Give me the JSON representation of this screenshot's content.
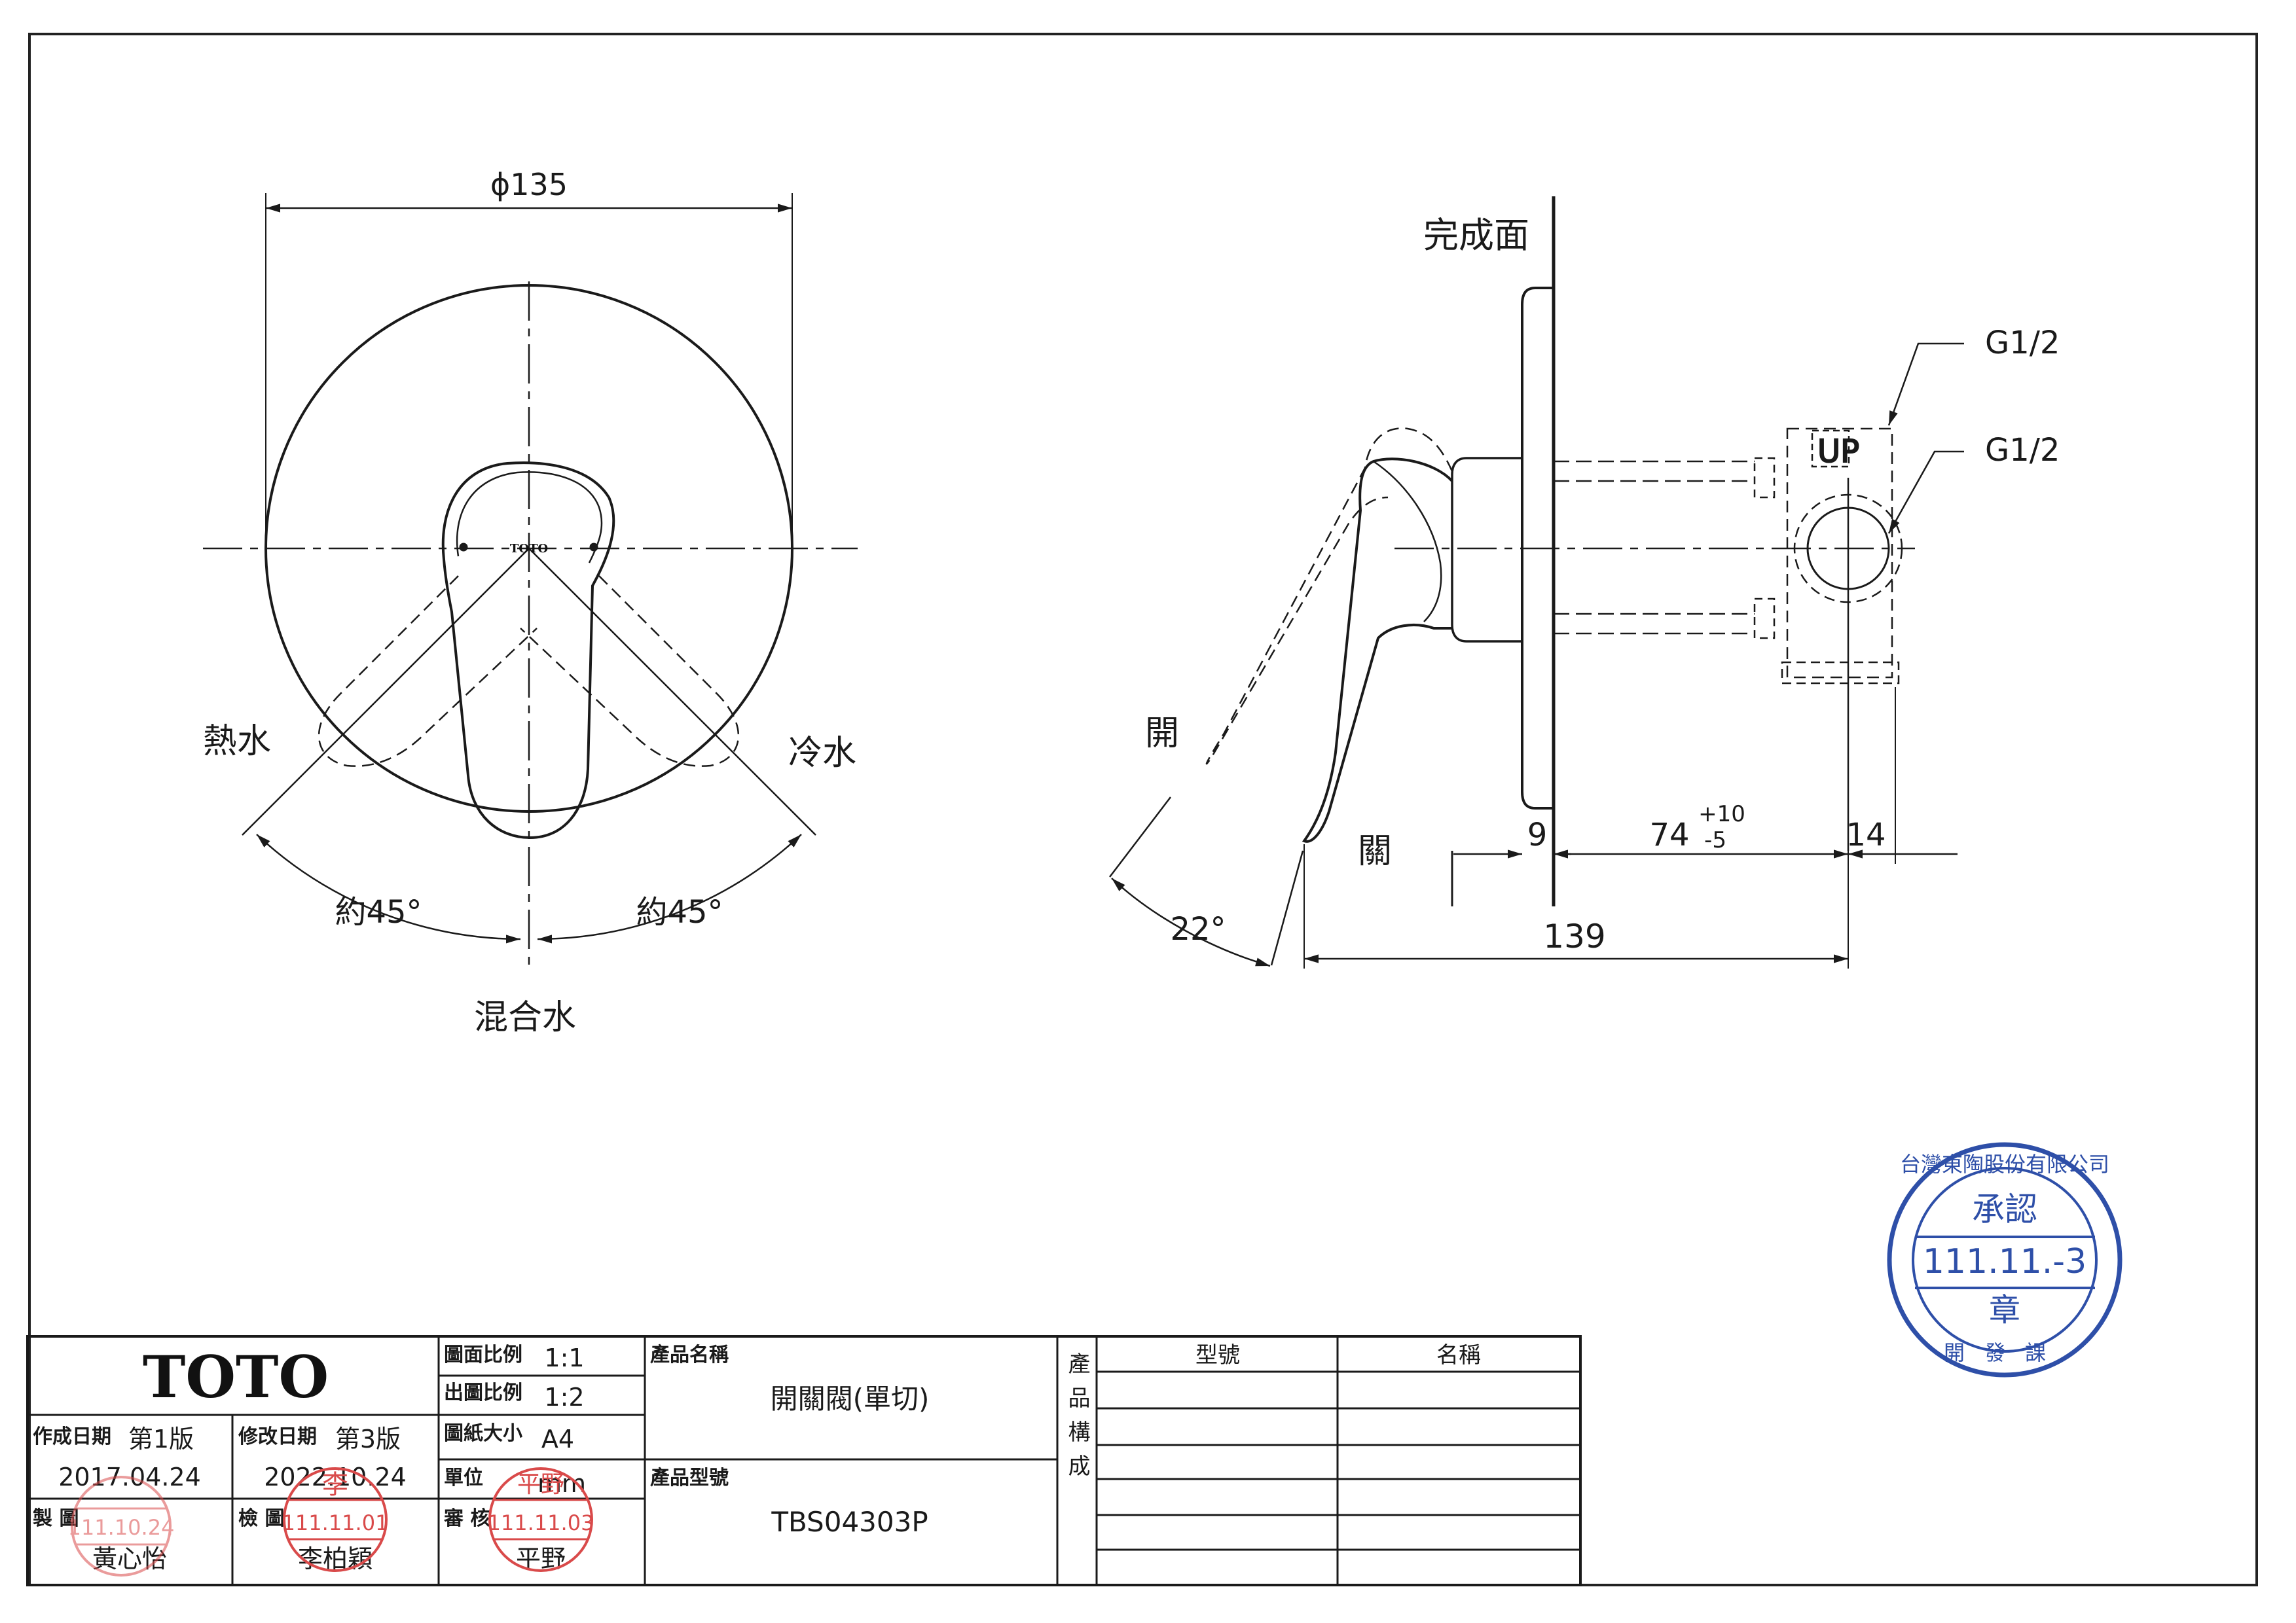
{
  "front_view": {
    "diameter_label": "ϕ135",
    "hot_label": "熱水",
    "cold_label": "冷水",
    "mix_label": "混合水",
    "angle_left": "約45°",
    "angle_right": "約45°",
    "cap_logo": "TOTO"
  },
  "side_view": {
    "finish_surface": "完成面",
    "thread_top": "G1/2",
    "thread_right": "G1/2",
    "up_mark": "UP",
    "open_label": "開",
    "close_label": "關",
    "dim_plate": "9",
    "dim_depth": "74",
    "dim_tol_plus": "+10",
    "dim_tol_minus": "-5",
    "dim_end": "14",
    "dim_total": "139",
    "angle_lever": "22°"
  },
  "title_block": {
    "logo": "TOTO",
    "created_label": "作成日期",
    "created_edition": "第1版",
    "created_date": "2017.04.24",
    "revised_label": "修改日期",
    "revised_edition": "第3版",
    "revised_date": "2022.10.24",
    "drafted_label": "製 圖",
    "drafter": "黃心怡",
    "checked_label": "檢 圖",
    "checker": "李柏穎",
    "approved_label": "審 核",
    "approver": "平野",
    "scale_label": "圖面比例",
    "scale": "1:1",
    "print_scale_label": "出圖比例",
    "print_scale": "1:2",
    "paper_label": "圖紙大小",
    "paper": "A4",
    "unit_label": "單位",
    "unit": "mm",
    "product_name_label": "產品名稱",
    "product_name": "開關閥(單切)",
    "product_model_label": "產品型號",
    "product_model": "TBS04303P",
    "composition_label": "產品構成",
    "col_model": "型號",
    "col_name": "名稱"
  },
  "stamps": {
    "drafter_date": "111.10.24",
    "checker_name": "李",
    "checker_date": "111.11.01",
    "approver_name": "平野",
    "approver_date": "111.11.03",
    "company": "台灣東陶股份有限公司",
    "approval": "承認",
    "approval_date": "111.11.-3",
    "seal": "章",
    "dept": "開發課"
  }
}
